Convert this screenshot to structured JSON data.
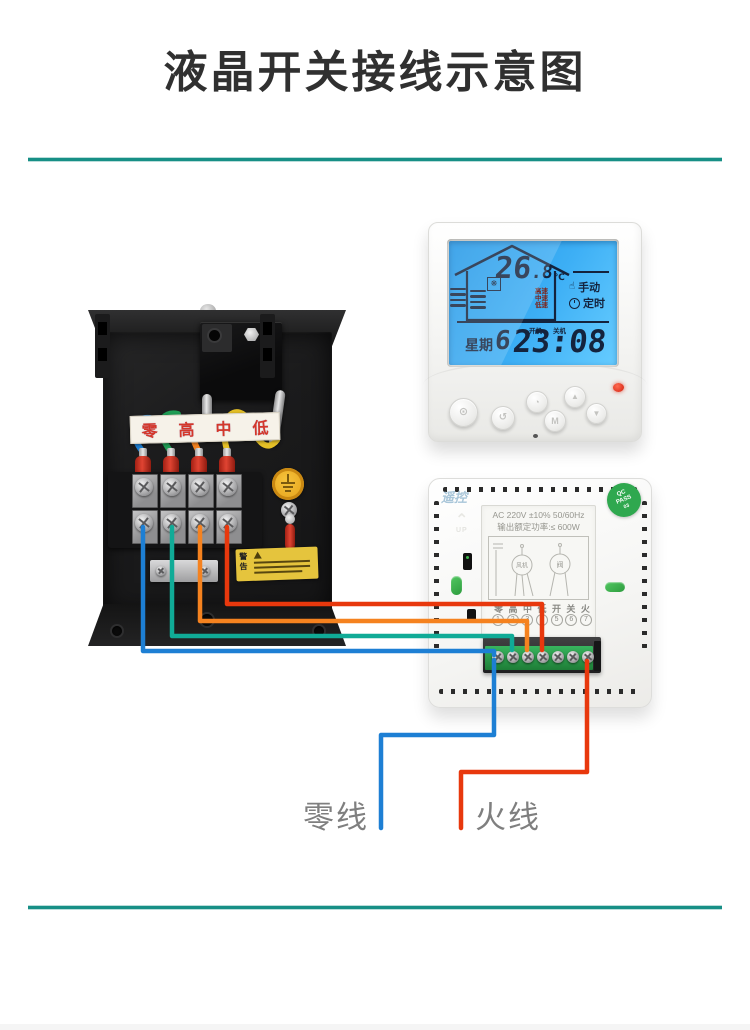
{
  "page": {
    "title": "液晶开关接线示意图"
  },
  "front_thermostat": {
    "lcd": {
      "temp_int": "26",
      "temp_frac": ".8",
      "temp_unit": "℃",
      "fan_icon_glyph": "❋",
      "fan_speed_labels": [
        "高速",
        "中速",
        "低速"
      ],
      "hand_icon_glyph": "☝",
      "manual_label": "手动",
      "timer_label": "定时",
      "week_prefix": "星期",
      "week_digit": "6",
      "power_on_label": "开机",
      "power_off_label": "关机",
      "time": "23:08"
    },
    "button_glyphs": {
      "power": "⊙",
      "back": "↺",
      "clock": "◔",
      "mode": "M",
      "up": "▲",
      "down": "▼"
    }
  },
  "junction_box": {
    "label_chars": [
      "零",
      "高",
      "中",
      "低"
    ],
    "warning_title": "警告"
  },
  "back_thermostat": {
    "embossed_label": "遥控",
    "up_text": "UP",
    "qc_sticker": {
      "line1": "QC",
      "line2": "PASS",
      "line3": "03"
    },
    "spec_line1": "AC 220V ±10% 50/60Hz",
    "spec_line2": "输出额定功率:≤ 600W",
    "print_diagram": {
      "fan": "风机",
      "valve": "阀"
    },
    "terminal_labels": [
      "零",
      "高",
      "中",
      "低",
      "开",
      "关",
      "火"
    ],
    "terminal_numbers": [
      "1",
      "2",
      "3",
      "4",
      "5",
      "6",
      "7"
    ]
  },
  "wire_labels": {
    "neutral": "零线",
    "live": "火线"
  },
  "colors": {
    "divider_teal": "#178f86",
    "title_text": "#303030",
    "lcd_blue": "#2ba4f2",
    "lcd_ink": "#14233d",
    "wire_blue": "#1d7fd4",
    "wire_teal": "#10ab97",
    "wire_orange": "#f5821f",
    "wire_red": "#e8380d",
    "inner_wire_green": "#1f9e55",
    "inner_wire_yellow": "#e5c027",
    "terminal_green": "#2e9e4f",
    "qc_green": "#2fa84f",
    "ground_yellow": "#e8a71e",
    "warning_yellow": "#e5c43d",
    "label_gray": "#7f7f7f"
  }
}
